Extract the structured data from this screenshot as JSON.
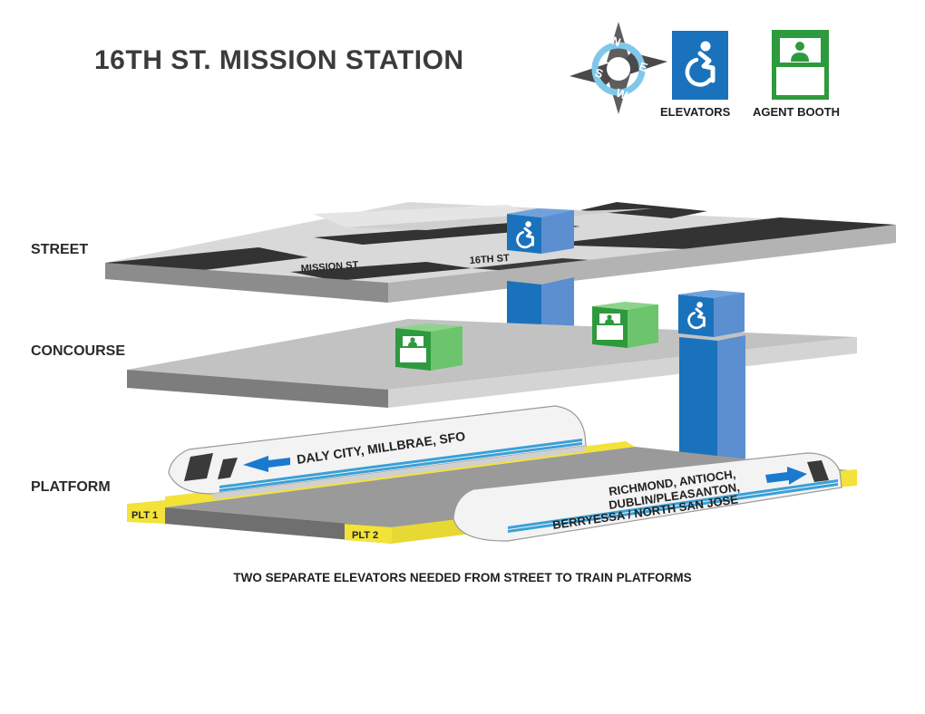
{
  "title": "16TH ST. MISSION STATION",
  "legend": {
    "compass": {
      "directions": [
        "N",
        "E",
        "S",
        "W"
      ]
    },
    "elevators": {
      "label": "ELEVATORS",
      "icon": "accessible-icon",
      "color": "#1a72bc"
    },
    "agent_booth": {
      "label": "AGENT BOOTH",
      "icon": "agent-booth-icon",
      "color": "#2e9a3e"
    }
  },
  "levels": {
    "street": "STREET",
    "concourse": "CONCOURSE",
    "platform": "PLATFORM"
  },
  "streets": {
    "mission": "MISSION ST",
    "sixteenth": "16TH ST"
  },
  "platforms": {
    "plt1": "PLT 1",
    "plt2": "PLT 2"
  },
  "trains": {
    "westbound": "DALY CITY, MILLBRAE, SFO",
    "eastbound_lines": [
      "RICHMOND, ANTIOCH,",
      "DUBLIN/PLEASANTON,",
      "BERRYESSA / NORTH SAN JOSE"
    ]
  },
  "footnote": "TWO SEPARATE ELEVATORS NEEDED FROM STREET TO TRAIN PLATFORMS",
  "colors": {
    "elevator_blue": "#1a72bc",
    "elevator_blue_light": "#5b8fd0",
    "booth_green": "#2e9a3e",
    "booth_green_light": "#6cc46c",
    "platform_yellow": "#f2e23a",
    "slab_gray": "#b8b8b8",
    "street_dark": "#2f2f2f"
  }
}
